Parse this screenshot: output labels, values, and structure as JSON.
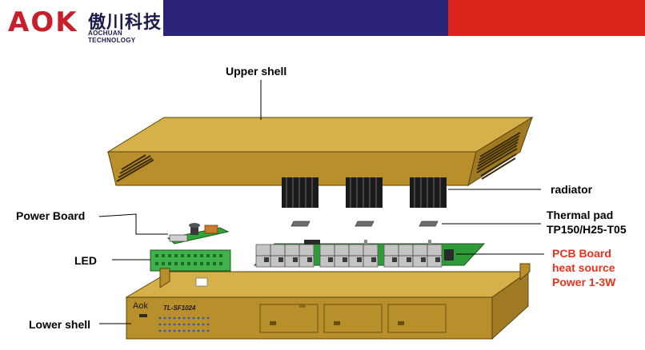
{
  "brand": {
    "letters": "AOK",
    "chinese_name": "傲川科技",
    "english_name": "AOCHUAN TECHNOLOGY",
    "colors": {
      "accent_red": "#d9251c",
      "navy": "#2b2377",
      "shell": "#c9a23c",
      "pcb": "#2fa53a"
    }
  },
  "labels": {
    "upper_shell": "Upper shell",
    "radiator": "radiator",
    "thermal_pad_line1": "Thermal pad",
    "thermal_pad_line2": "TP150/H25-T05",
    "power_board": "Power Board",
    "led": "LED",
    "pcb_line1": "PCB Board",
    "pcb_line2": "heat source",
    "pcb_line3": "Power 1-3W",
    "lower_shell": "Lower shell"
  },
  "device_marks": {
    "brand": "Aok",
    "model": "TL-SF1024"
  }
}
